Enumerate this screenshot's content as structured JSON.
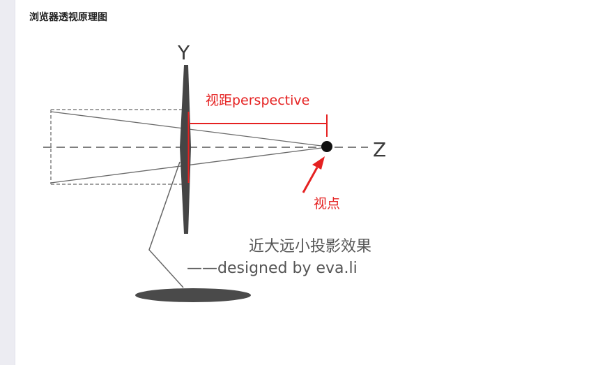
{
  "page": {
    "heading": "浏览器透视原理图"
  },
  "diagram": {
    "axis_y_label": "Y",
    "axis_z_label": "Z",
    "perspective_label": "视距perspective",
    "viewpoint_label": "视点",
    "caption_line1": "近大远小投影效果",
    "caption_line2": "——designed by eva.li",
    "colors": {
      "annotation_red": "#e52121",
      "ink": "#3a3a3a",
      "dashed": "#9a9a9a"
    }
  }
}
